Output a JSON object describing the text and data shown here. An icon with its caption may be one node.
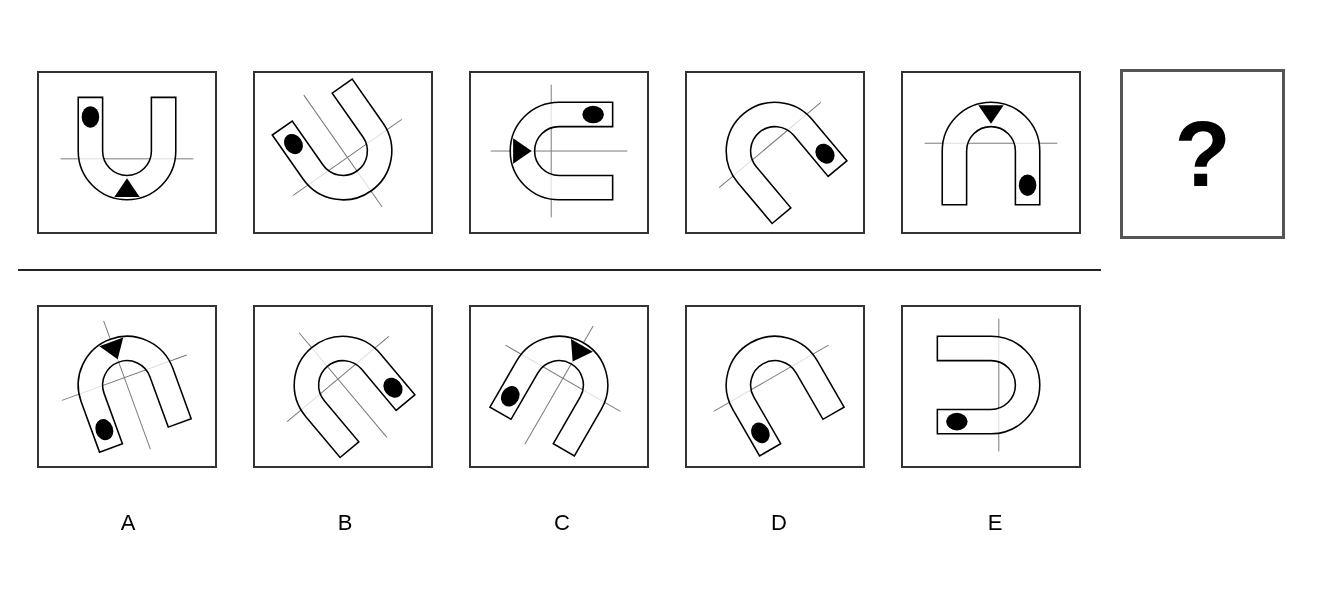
{
  "diagram": {
    "nodes": [
      {
        "text": [],
        "shape": "box"
      },
      {
        "text": [],
        "shape": "box"
      },
      {
        "text": [],
        "shape": "box"
      },
      {
        "text": [],
        "shape": "box"
      },
      {
        "text": [],
        "shape": "box"
      },
      {
        "text": [
          "?"
        ]
      },
      {
        "text": [],
        "shape": "box"
      },
      {
        "text": [],
        "shape": "box"
      },
      {
        "text": [],
        "shape": "box"
      },
      {
        "text": [],
        "shape": "box"
      },
      {
        "text": [],
        "shape": "box"
      }
    ],
    "labels": [
      "A",
      "B",
      "C",
      "D",
      "E"
    ]
  }
}
